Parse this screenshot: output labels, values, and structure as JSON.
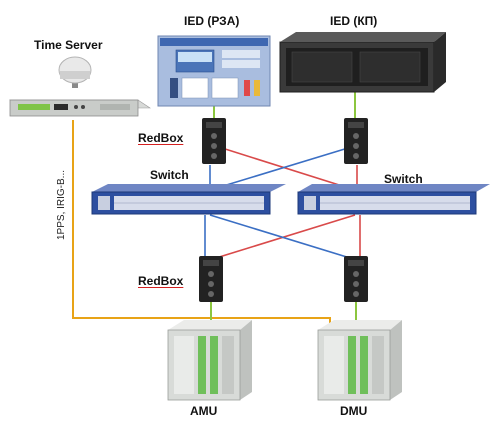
{
  "labels": {
    "time_server": "Time Server",
    "ied_rza": "IED (РЗА)",
    "ied_kp": "IED (КП)",
    "redbox_top": "RedBox",
    "redbox_bottom": "RedBox",
    "switch_left": "Switch",
    "switch_right": "Switch",
    "sync_signal": "1PPS, IRIG-B...",
    "amu": "AMU",
    "dmu": "DMU"
  },
  "colors": {
    "network_a": "#d94a4a",
    "network_b": "#3b6fc4",
    "sync_line": "#e8a317",
    "device_link": "#8cc63f",
    "switch_body": "#2d4fa0",
    "redbox_body": "#222222",
    "ied_panel": "#9fb4d8",
    "rack_body": "#d8dbd8"
  }
}
